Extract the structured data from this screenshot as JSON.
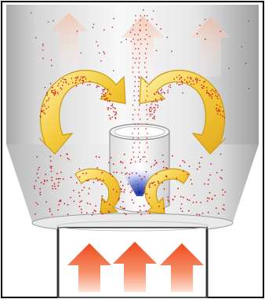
{
  "diagram": {
    "kind": "cyclone-separator-airflow",
    "colors": {
      "vessel_body": "#d8d8d8",
      "vessel_highlight": "#f4f4f4",
      "vessel_shadow": "#9a9a9a",
      "swirl_arrow_fill": "#f3cc3a",
      "swirl_arrow_light": "#fff2a8",
      "swirl_arrow_edge": "#c99a12",
      "inlet_arrow_top": "#f25a28",
      "inlet_arrow_bottom": "#ffd9c8",
      "outflow_arrow": "#f6c9b4",
      "particles": "#d01e1e",
      "vortex_core": "#1f3fbf",
      "border": "#000000"
    },
    "elements": {
      "outflow_arrows": 3,
      "swirl_arrows": 4,
      "inlet_arrows": 3
    }
  }
}
